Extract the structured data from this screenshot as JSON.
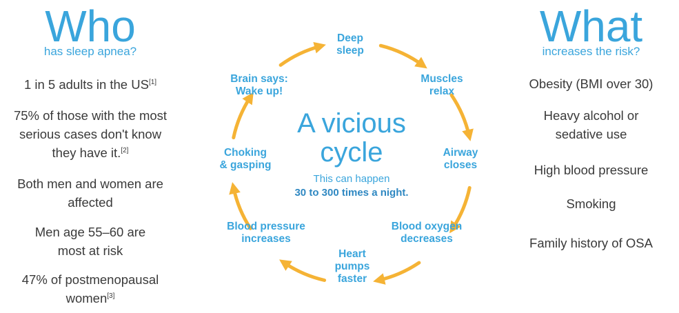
{
  "who": {
    "title": "Who",
    "subtitle": "has sleep apnea?",
    "facts": [
      {
        "text": "1 in 5 adults in the US",
        "ref": "[1]"
      },
      {
        "text": "75% of those with the most serious cases don't know they have it.",
        "ref": "[2]"
      },
      {
        "text": "Both men and women are affected",
        "ref": ""
      },
      {
        "text": "Men age 55–60 are most at risk",
        "ref": ""
      },
      {
        "text": "47% of postmenopausal women",
        "ref": "[3]"
      }
    ]
  },
  "what": {
    "title": "What",
    "subtitle": "increases the risk?",
    "factors": [
      "Obesity (BMI over 30)",
      "Heavy alcohol or sedative use",
      "High blood pressure",
      "Smoking",
      "Family history of OSA"
    ]
  },
  "cycle": {
    "title": "A vicious\ncycle",
    "note": "This can happen",
    "emphasis": "30 to 300 times a night.",
    "steps": [
      "Deep\nsleep",
      "Muscles\nrelax",
      "Airway\ncloses",
      "Blood oxygen\ndecreases",
      "Heart\npumps\nfaster",
      "Blood pressure\nincreases",
      "Choking\n& gasping",
      "Brain says:\nWake up!"
    ],
    "arrow_color": "#f5b335",
    "text_color": "#3aa5dc"
  }
}
